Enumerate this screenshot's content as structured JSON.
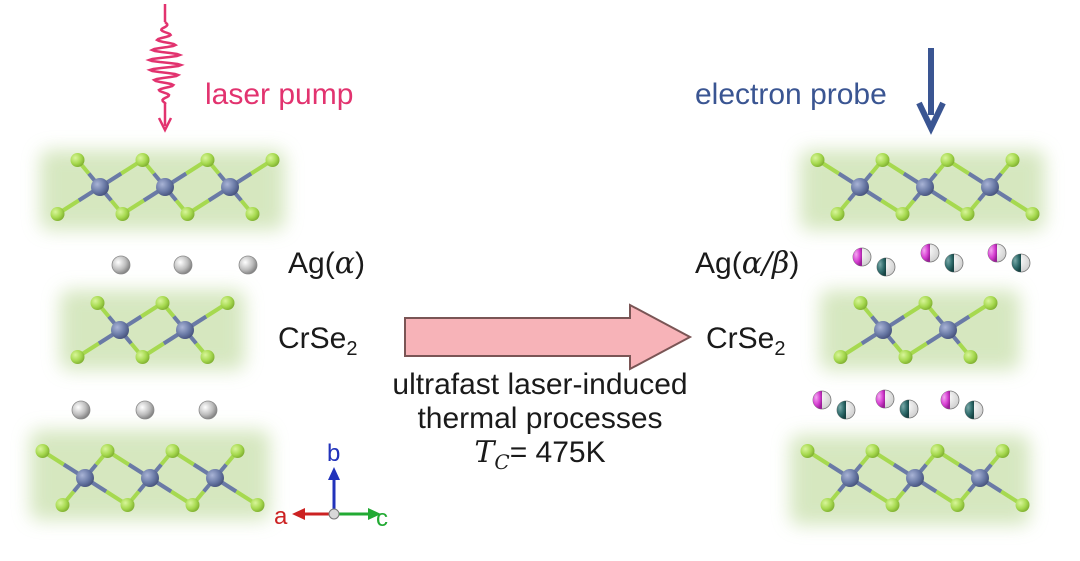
{
  "labels": {
    "laser_pump": "laser pump",
    "electron_probe": "electron probe",
    "ag_left_prefix": "Ag(",
    "ag_left_greek": "α",
    "ag_left_suffix": ")",
    "ag_right_prefix": "Ag(",
    "ag_right_greek": "α/β",
    "ag_right_suffix": ")",
    "crse_main": "CrSe",
    "crse_sub": "2",
    "process_line1": "ultrafast laser-induced",
    "process_line2": "thermal processes",
    "tc_symbol": "T",
    "tc_sub": "C",
    "tc_value": "= 475K"
  },
  "axes": {
    "a": "a",
    "b": "b",
    "c": "c"
  },
  "colors": {
    "pump": "#e2336f",
    "probe": "#3a5592",
    "arrow_fill": "#f7b3b8",
    "arrow_stroke": "#7a5555",
    "layer_glow": "#cfe3b5",
    "se_atom": "#a6d94f",
    "cr_atom": "#6a7aa6",
    "ag_atom": "#b5b5b5",
    "ag_half_magenta": "#d63fd2",
    "ag_half_teal": "#2f6b6b"
  },
  "icons": [
    "pump-wave-icon",
    "probe-arrow-icon",
    "process-arrow-icon",
    "axes-icon"
  ]
}
